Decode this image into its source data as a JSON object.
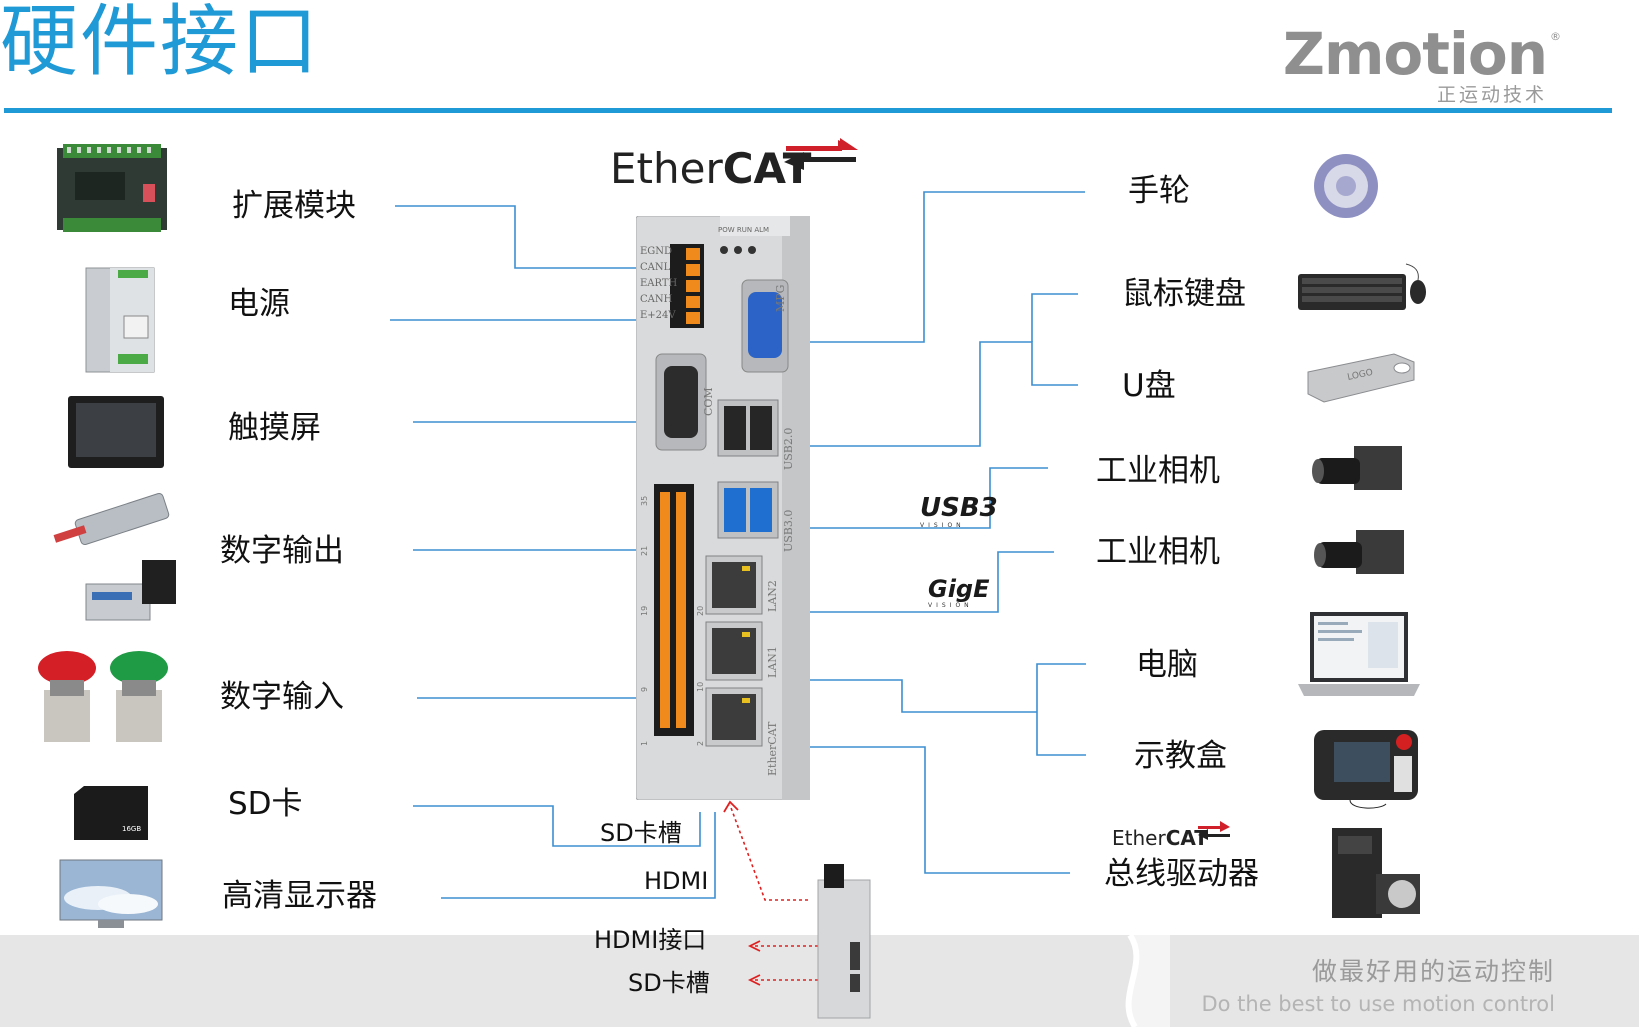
{
  "header": {
    "title": "硬件接口",
    "logo_brand": "Zmotion",
    "logo_tagline": "正运动技术"
  },
  "left_labels": {
    "expansion_module": "扩展模块",
    "power_supply": "电源",
    "touch_screen": "触摸屏",
    "digital_output": "数字输出",
    "digital_input": "数字输入",
    "sd_card": "SD卡",
    "hd_display": "高清显示器"
  },
  "right_labels": {
    "handwheel": "手轮",
    "mouse_keyboard": "鼠标键盘",
    "usb_drive": "U盘",
    "industrial_camera_usb3": "工业相机",
    "industrial_camera_gige": "工业相机",
    "computer": "电脑",
    "teach_pendant": "示教盒",
    "bus_driver": "总线驱动器"
  },
  "bottom_labels": {
    "sd_slot": "SD卡槽",
    "hdmi": "HDMI",
    "hdmi_port": "HDMI接口",
    "sd_slot_side": "SD卡槽"
  },
  "device_ports": {
    "can_terminal": [
      "EGND",
      "CANL",
      "EARTH",
      "CANH",
      "E+24V"
    ],
    "led_labels": [
      "POW",
      "RUN",
      "ALM"
    ],
    "mpg": "MPG",
    "com": "COM",
    "usb2": "USB2.0",
    "usb3": "USB3.0",
    "lan2": "LAN2",
    "lan1": "LAN1",
    "ethercat_port": "EtherCAT",
    "io_pin_top": [
      "35",
      "21",
      "19",
      "20"
    ],
    "io_pin_bottom": [
      "9",
      "10",
      "1",
      "2"
    ]
  },
  "badges": {
    "ethercat_main_pre": "Ether",
    "ethercat_main_bold": "CAT",
    "ethercat_small_pre": "Ether",
    "ethercat_small_bold": "CAT",
    "usb3_vision": "USB3",
    "usb3_vision_sub": "VISION",
    "gige_vision": "GigE",
    "gige_vision_sub": "VISION",
    "usb_stick_logo": "LOGO",
    "sd_card_capacity": "16GB"
  },
  "footer": {
    "slogan_cn": "做最好用的运动控制",
    "slogan_en": "Do the best to use motion control"
  },
  "colors": {
    "accent_blue": "#1f9ad6",
    "connector_line": "#3d8fd1",
    "terminal_orange": "#f08a1c",
    "usb3_blue": "#1e6fd0",
    "ethercat_red": "#d0202a"
  }
}
